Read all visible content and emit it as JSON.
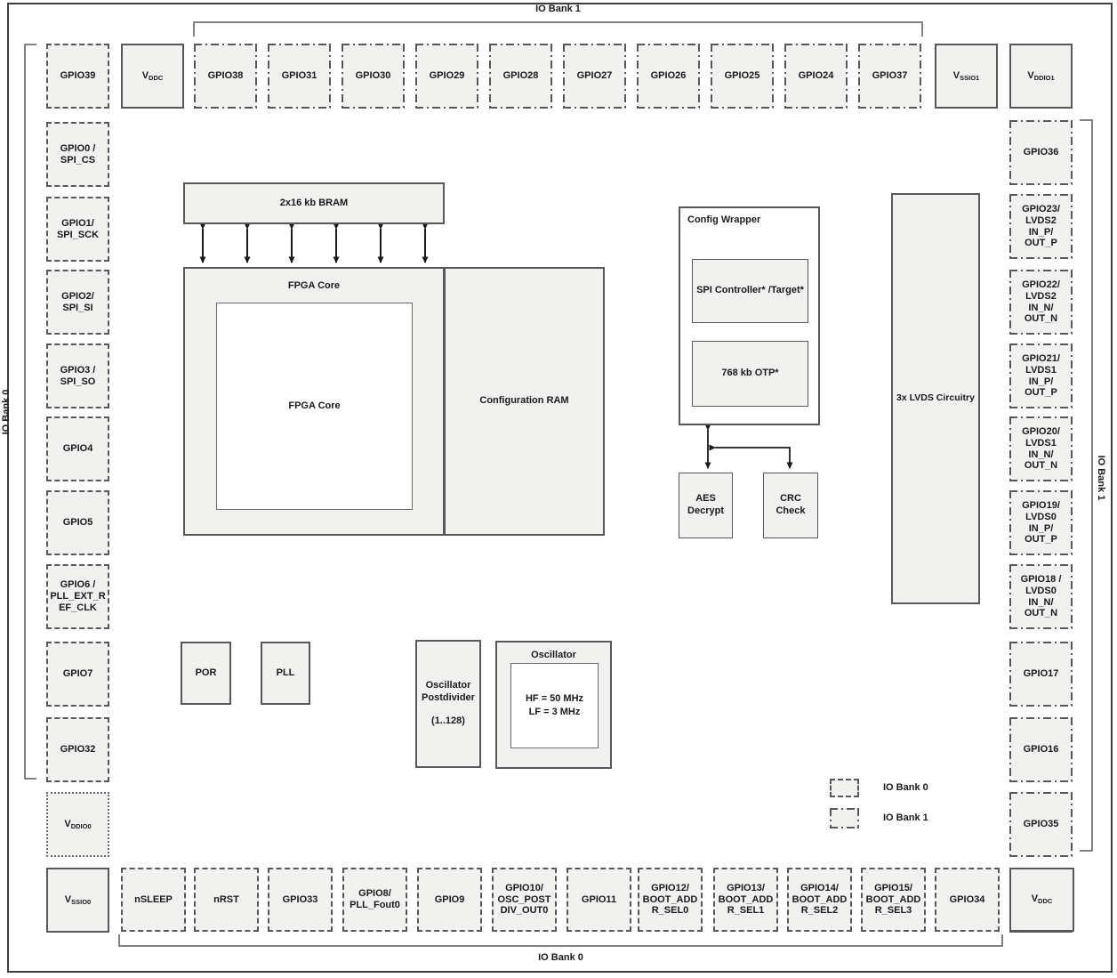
{
  "colors": {
    "box_fill": "#f1f1ef",
    "outline": "#58585a",
    "arrow": "#1a1a1a"
  },
  "bank_labels": {
    "top": "IO Bank 1",
    "left": "IO Bank 0",
    "right": "IO Bank 1",
    "bottom": "IO Bank 0"
  },
  "legend": [
    {
      "swatch": "bank0",
      "label": "IO Bank 0"
    },
    {
      "swatch": "bank1",
      "label": "IO Bank 1"
    }
  ],
  "pins": {
    "top": [
      {
        "label": "GPIO39",
        "bank": "bank0"
      },
      {
        "label": "V",
        "sub": "DDC",
        "bank": "power"
      },
      {
        "label": "GPIO38",
        "bank": "bank1"
      },
      {
        "label": "GPIO31",
        "bank": "bank1"
      },
      {
        "label": "GPIO30",
        "bank": "bank1"
      },
      {
        "label": "GPIO29",
        "bank": "bank1"
      },
      {
        "label": "GPIO28",
        "bank": "bank1"
      },
      {
        "label": "GPIO27",
        "bank": "bank1"
      },
      {
        "label": "GPIO26",
        "bank": "bank1"
      },
      {
        "label": "GPIO25",
        "bank": "bank1"
      },
      {
        "label": "GPIO24",
        "bank": "bank1"
      },
      {
        "label": "GPIO37",
        "bank": "bank1"
      },
      {
        "label": "V",
        "sub": "SSIO1",
        "bank": "power"
      },
      {
        "label": "V",
        "sub": "DDIO1",
        "bank": "power"
      }
    ],
    "left": [
      {
        "label": "GPIO0 /\nSPI_CS",
        "bank": "bank0"
      },
      {
        "label": "GPIO1/\nSPI_SCK",
        "bank": "bank0"
      },
      {
        "label": "GPIO2/\nSPI_SI",
        "bank": "bank0"
      },
      {
        "label": "GPIO3 /\nSPI_SO",
        "bank": "bank0"
      },
      {
        "label": "GPIO4",
        "bank": "bank0"
      },
      {
        "label": "GPIO5",
        "bank": "bank0"
      },
      {
        "label": "GPIO6 /\nPLL_EXT_R\nEF_CLK",
        "bank": "bank0"
      },
      {
        "label": "GPIO7",
        "bank": "bank0"
      },
      {
        "label": "GPIO32",
        "bank": "bank0"
      },
      {
        "label": "V",
        "sub": "DDIO0",
        "bank": "power_dotted"
      },
      {
        "label": "V",
        "sub": "SSIO0",
        "bank": "power"
      }
    ],
    "right": [
      {
        "label": "GPIO36",
        "bank": "bank1"
      },
      {
        "label": "GPIO23/\nLVDS2\nIN_P/\nOUT_P",
        "bank": "bank1"
      },
      {
        "label": "GPIO22/\nLVDS2\nIN_N/\nOUT_N",
        "bank": "bank1"
      },
      {
        "label": "GPIO21/\nLVDS1\nIN_P/\nOUT_P",
        "bank": "bank1"
      },
      {
        "label": "GPIO20/\nLVDS1\nIN_N/\nOUT_N",
        "bank": "bank1"
      },
      {
        "label": "GPIO19/\nLVDS0\nIN_P/\nOUT_P",
        "bank": "bank1"
      },
      {
        "label": "GPIO18 /\nLVDS0\nIN_N/\nOUT_N",
        "bank": "bank1"
      },
      {
        "label": "GPIO17",
        "bank": "bank1"
      },
      {
        "label": "GPIO16",
        "bank": "bank1"
      },
      {
        "label": "GPIO35",
        "bank": "bank1"
      },
      {
        "label": "V",
        "sub": "DDC",
        "bank": "power"
      }
    ],
    "bottom": [
      {
        "label": "nSLEEP",
        "bank": "bank0"
      },
      {
        "label": "nRST",
        "bank": "bank0"
      },
      {
        "label": "GPIO33",
        "bank": "bank0"
      },
      {
        "label": "GPIO8/\nPLL_Fout0",
        "bank": "bank0"
      },
      {
        "label": "GPIO9",
        "bank": "bank0"
      },
      {
        "label": "GPIO10/\nOSC_POST\nDIV_OUT0",
        "bank": "bank0"
      },
      {
        "label": "GPIO11",
        "bank": "bank0"
      },
      {
        "label": "GPIO12/\nBOOT_ADD\nR_SEL0",
        "bank": "bank0"
      },
      {
        "label": "GPIO13/\nBOOT_ADD\nR_SEL1",
        "bank": "bank0"
      },
      {
        "label": "GPIO14/\nBOOT_ADD\nR_SEL2",
        "bank": "bank0"
      },
      {
        "label": "GPIO15/\nBOOT_ADD\nR_SEL3",
        "bank": "bank0"
      },
      {
        "label": "GPIO34",
        "bank": "bank0"
      },
      {
        "label": "V",
        "sub": "DDC",
        "bank": "power"
      }
    ]
  },
  "core": {
    "bram": "2x16 kb BRAM",
    "fpga_core_outer": "FPGA Core",
    "fpga_core_inner": "FPGA Core",
    "config_ram": "Configuration RAM",
    "config_wrapper": "Config Wrapper",
    "spi_controller": "SPI Controller* /Target*",
    "otp": "768 kb OTP*",
    "aes": "AES\nDecrypt",
    "crc": "CRC\nCheck",
    "lvds": "3x LVDS Circuitry",
    "por": "POR",
    "pll": "PLL",
    "osc_postdivider": "Oscillator\nPostdivider",
    "osc_postdivider_range": "(1..128)",
    "oscillator": "Oscillator",
    "oscillator_freqs": "HF = 50 MHz\nLF = 3 MHz"
  }
}
